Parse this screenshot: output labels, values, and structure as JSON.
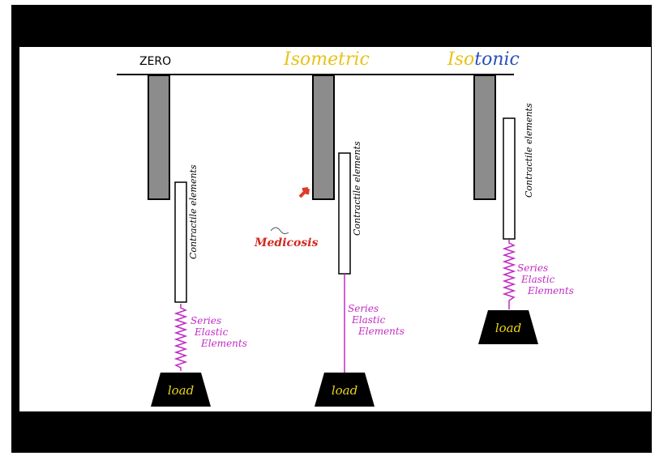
{
  "headings": {
    "zero": "ZERO",
    "isometric": "Isometric",
    "isotonic_part1": "Iso",
    "isotonic_part2": "tonic"
  },
  "labels": {
    "contractile_elements": "Contractile elements",
    "series_line1": "Series",
    "series_line2": "Elastic",
    "series_line3": "Elements",
    "load": "load"
  },
  "watermark": "Medicosis",
  "colors": {
    "frame": "#000000",
    "bar_fill": "#8c8c8c",
    "title_yellow": "#e8c21a",
    "title_blue": "#2a4fb8",
    "elastic_magenta": "#c02bc4",
    "load_text": "#e6d41c",
    "pointer_red": "#e03a2a",
    "watermark_red": "#d42a20"
  }
}
